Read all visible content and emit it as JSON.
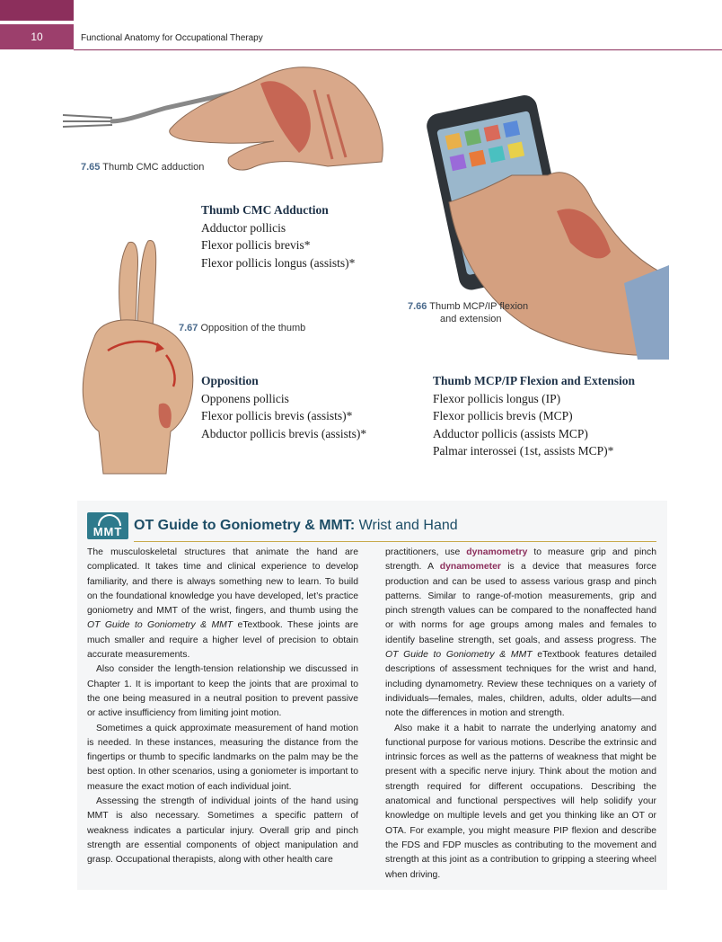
{
  "header": {
    "page_number": "10",
    "running_title": "Functional Anatomy for Occupational Therapy"
  },
  "figures": {
    "f765": {
      "number": "7.65",
      "caption": "Thumb CMC adduction"
    },
    "f766": {
      "number": "7.66",
      "caption_line1": "Thumb MCP/IP flexion",
      "caption_line2": "and extension"
    },
    "f767": {
      "number": "7.67",
      "caption": "Opposition of the thumb"
    }
  },
  "muscle_lists": {
    "cmc_adduction": {
      "heading": "Thumb CMC Adduction",
      "items": [
        "Adductor pollicis",
        "Flexor pollicis brevis*",
        "Flexor pollicis longus (assists)*"
      ]
    },
    "opposition": {
      "heading": "Opposition",
      "items": [
        "Opponens pollicis",
        "Flexor pollicis brevis (assists)*",
        "Abductor pollicis brevis (assists)*"
      ]
    },
    "mcp_ip": {
      "heading": "Thumb MCP/IP Flexion and Extension",
      "items": [
        "Flexor pollicis longus (IP)",
        "Flexor pollicis brevis (MCP)",
        "Adductor pollicis (assists MCP)",
        "Palmar interossei (1st, assists MCP)*"
      ]
    }
  },
  "guide_box": {
    "logo_text": "MMT",
    "title_bold": "OT Guide to Goniometry & MMT:",
    "title_rest": "Wrist and Hand",
    "left_col": {
      "p1_a": "The musculoskeletal structures that animate the hand are complicated. It takes time and clinical experience to develop familiarity, and there is always something new to learn. To build on the foundational knowledge you have developed, let’s practice goniometry and MMT of the wrist, fingers, and thumb using the ",
      "p1_italic": "OT Guide to Goniometry & MMT",
      "p1_b": " eTextbook. These joints are much smaller and require a higher level of precision to obtain accurate measurements.",
      "p2": "Also consider the length-tension relationship we discussed in Chapter 1. It is important to keep the joints that are proximal to the one being measured in a neutral position to prevent passive or active insufficiency from limiting joint motion.",
      "p3": "Sometimes a quick approximate measurement of hand motion is needed. In these instances, measuring the distance from the fingertips or thumb to specific landmarks on the palm may be the best option. In other scenarios, using a goniometer is important to measure the exact motion of each individual joint.",
      "p4": "Assessing the strength of individual joints of the hand using MMT is also necessary. Sometimes a specific pattern of weakness indicates a particular injury. Overall grip and pinch strength are essential components of object manipulation and grasp. Occupational therapists, along with other health care"
    },
    "right_col": {
      "p1_a": "practitioners, use ",
      "p1_kw1": "dynamometry",
      "p1_b": " to measure grip and pinch strength. A ",
      "p1_kw2": "dynamometer",
      "p1_c": " is a device that measures force production and can be used to assess various grasp and pinch patterns. Similar to range-of-motion measurements, grip and pinch strength values can be compared to the nonaffected hand or with norms for age groups among males and females to identify baseline strength, set goals, and assess progress. The ",
      "p1_italic": "OT Guide to Goniometry & MMT",
      "p1_d": " eTextbook features detailed descriptions of assessment techniques for the wrist and hand, including dynamometry. Review these techniques on a variety of individuals—females, males, children, adults, older adults—and note the differences in motion and strength.",
      "p2": "Also make it a habit to narrate the underlying anatomy and functional purpose for various motions. Describe the extrinsic and intrinsic forces as well as the patterns of weakness that might be present with a specific nerve injury. Think about the motion and strength required for different occupations. Describing the anatomical and functional perspectives will help solidify your knowledge on multiple levels and get you thinking like an OT or OTA. For example, you might measure PIP flexion and describe the FDS and FDP muscles as contributing to the movement and strength at this joint as a contribution to gripping a steering wheel when driving."
    }
  },
  "colors": {
    "header_accent": "#8c2f5c",
    "caption_number": "#4a6a8c",
    "logo_bg": "#2e7a8c",
    "box_bg": "#f5f6f7",
    "keyword": "#8c2f5c"
  }
}
